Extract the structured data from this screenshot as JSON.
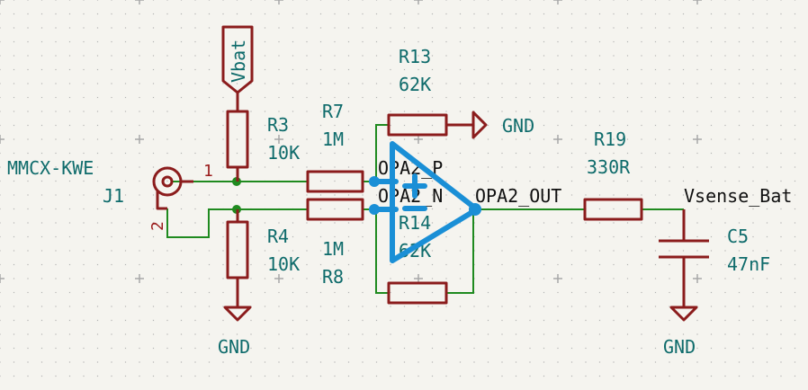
{
  "labels": {
    "vbat": "Vbat",
    "gnd_r13": "GND",
    "gnd_r4": "GND",
    "gnd_c5": "GND",
    "j1_value": "MMCX-KWE",
    "j1_ref": "J1",
    "j1_pin1": "1",
    "j1_pin2": "2",
    "r3_ref": "R3",
    "r3_value": "10K",
    "r4_ref": "R4",
    "r4_value": "10K",
    "r7_ref": "R7",
    "r7_value": "1M",
    "r8_value": "1M",
    "r8_ref": "R8",
    "r13_ref": "R13",
    "r13_value": "62K",
    "r14_ref": "R14",
    "r14_value": "62K",
    "r19_ref": "R19",
    "r19_value": "330R",
    "c5_ref": "C5",
    "c5_value": "47nF",
    "net_opa2_p": "OPA2_P",
    "net_opa2_n": "OPA2_N",
    "net_opa2_out": "OPA2_OUT",
    "net_vsense": "Vsense_Bat"
  },
  "colors": {
    "background": "#f5f4ef",
    "symbol": "#8b1c1c",
    "wire": "#1f8a1f",
    "text": "#0e6b6b",
    "opamp": "#1a8fd6"
  }
}
